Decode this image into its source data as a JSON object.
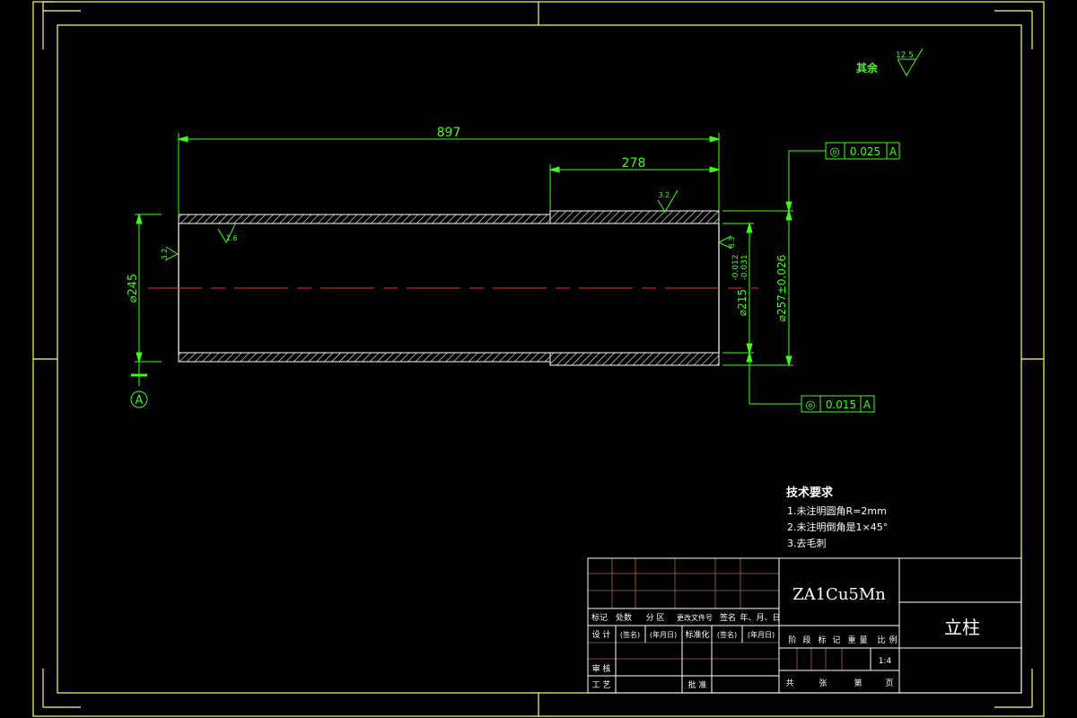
{
  "roughness": {
    "rest_label": "其余",
    "rest_value": "12.5",
    "inner_left_value": "1.6",
    "outer_step_value": "3.2",
    "end_face_right_value": "6.3",
    "end_face_left_value": "3.2"
  },
  "dimensions": {
    "overall_length": "897",
    "step_length": "278",
    "left_diameter": "⌀245",
    "inner_diameter": "⌀215",
    "inner_tol_upper": "-0.012",
    "inner_tol_lower": "-0.031",
    "outer_diameter": "⌀257±0.026"
  },
  "tolerance_frames": {
    "top": {
      "symbol": "◎",
      "value": "0.025",
      "datum": "A"
    },
    "bottom": {
      "symbol": "◎",
      "value": "0.015",
      "datum": "A"
    }
  },
  "datum": {
    "label": "A"
  },
  "technical_requirements": {
    "title": "技术要求",
    "items": [
      "1.未注明圆角R=2mm",
      "2.未注明倒角是1×45°",
      "3.去毛刺"
    ]
  },
  "title_block": {
    "material": "ZA1Cu5Mn",
    "part_name": "立柱",
    "scale": "1:4",
    "header_labels": [
      "标记",
      "处数",
      "分 区",
      "更改文件号",
      "签名",
      "年、月、日"
    ],
    "row_design": [
      "设 计",
      "(签名)",
      "(年月日)",
      "标准化",
      "(签名)",
      "(年月日)"
    ],
    "stage_labels": [
      "阶",
      "段",
      "标",
      "记",
      "重",
      "量",
      "比",
      "例"
    ],
    "review_label": "审 核",
    "process_label": "工 艺",
    "approve_label": "批 准",
    "sheet_labels": [
      "共",
      "张",
      "第",
      "页"
    ]
  },
  "colors": {
    "geometry": "#ffffff",
    "dimension": "#39ff14",
    "centerline": "#ff2a2a",
    "frame": "#ffff66",
    "title_grid": "#b06a3a"
  }
}
